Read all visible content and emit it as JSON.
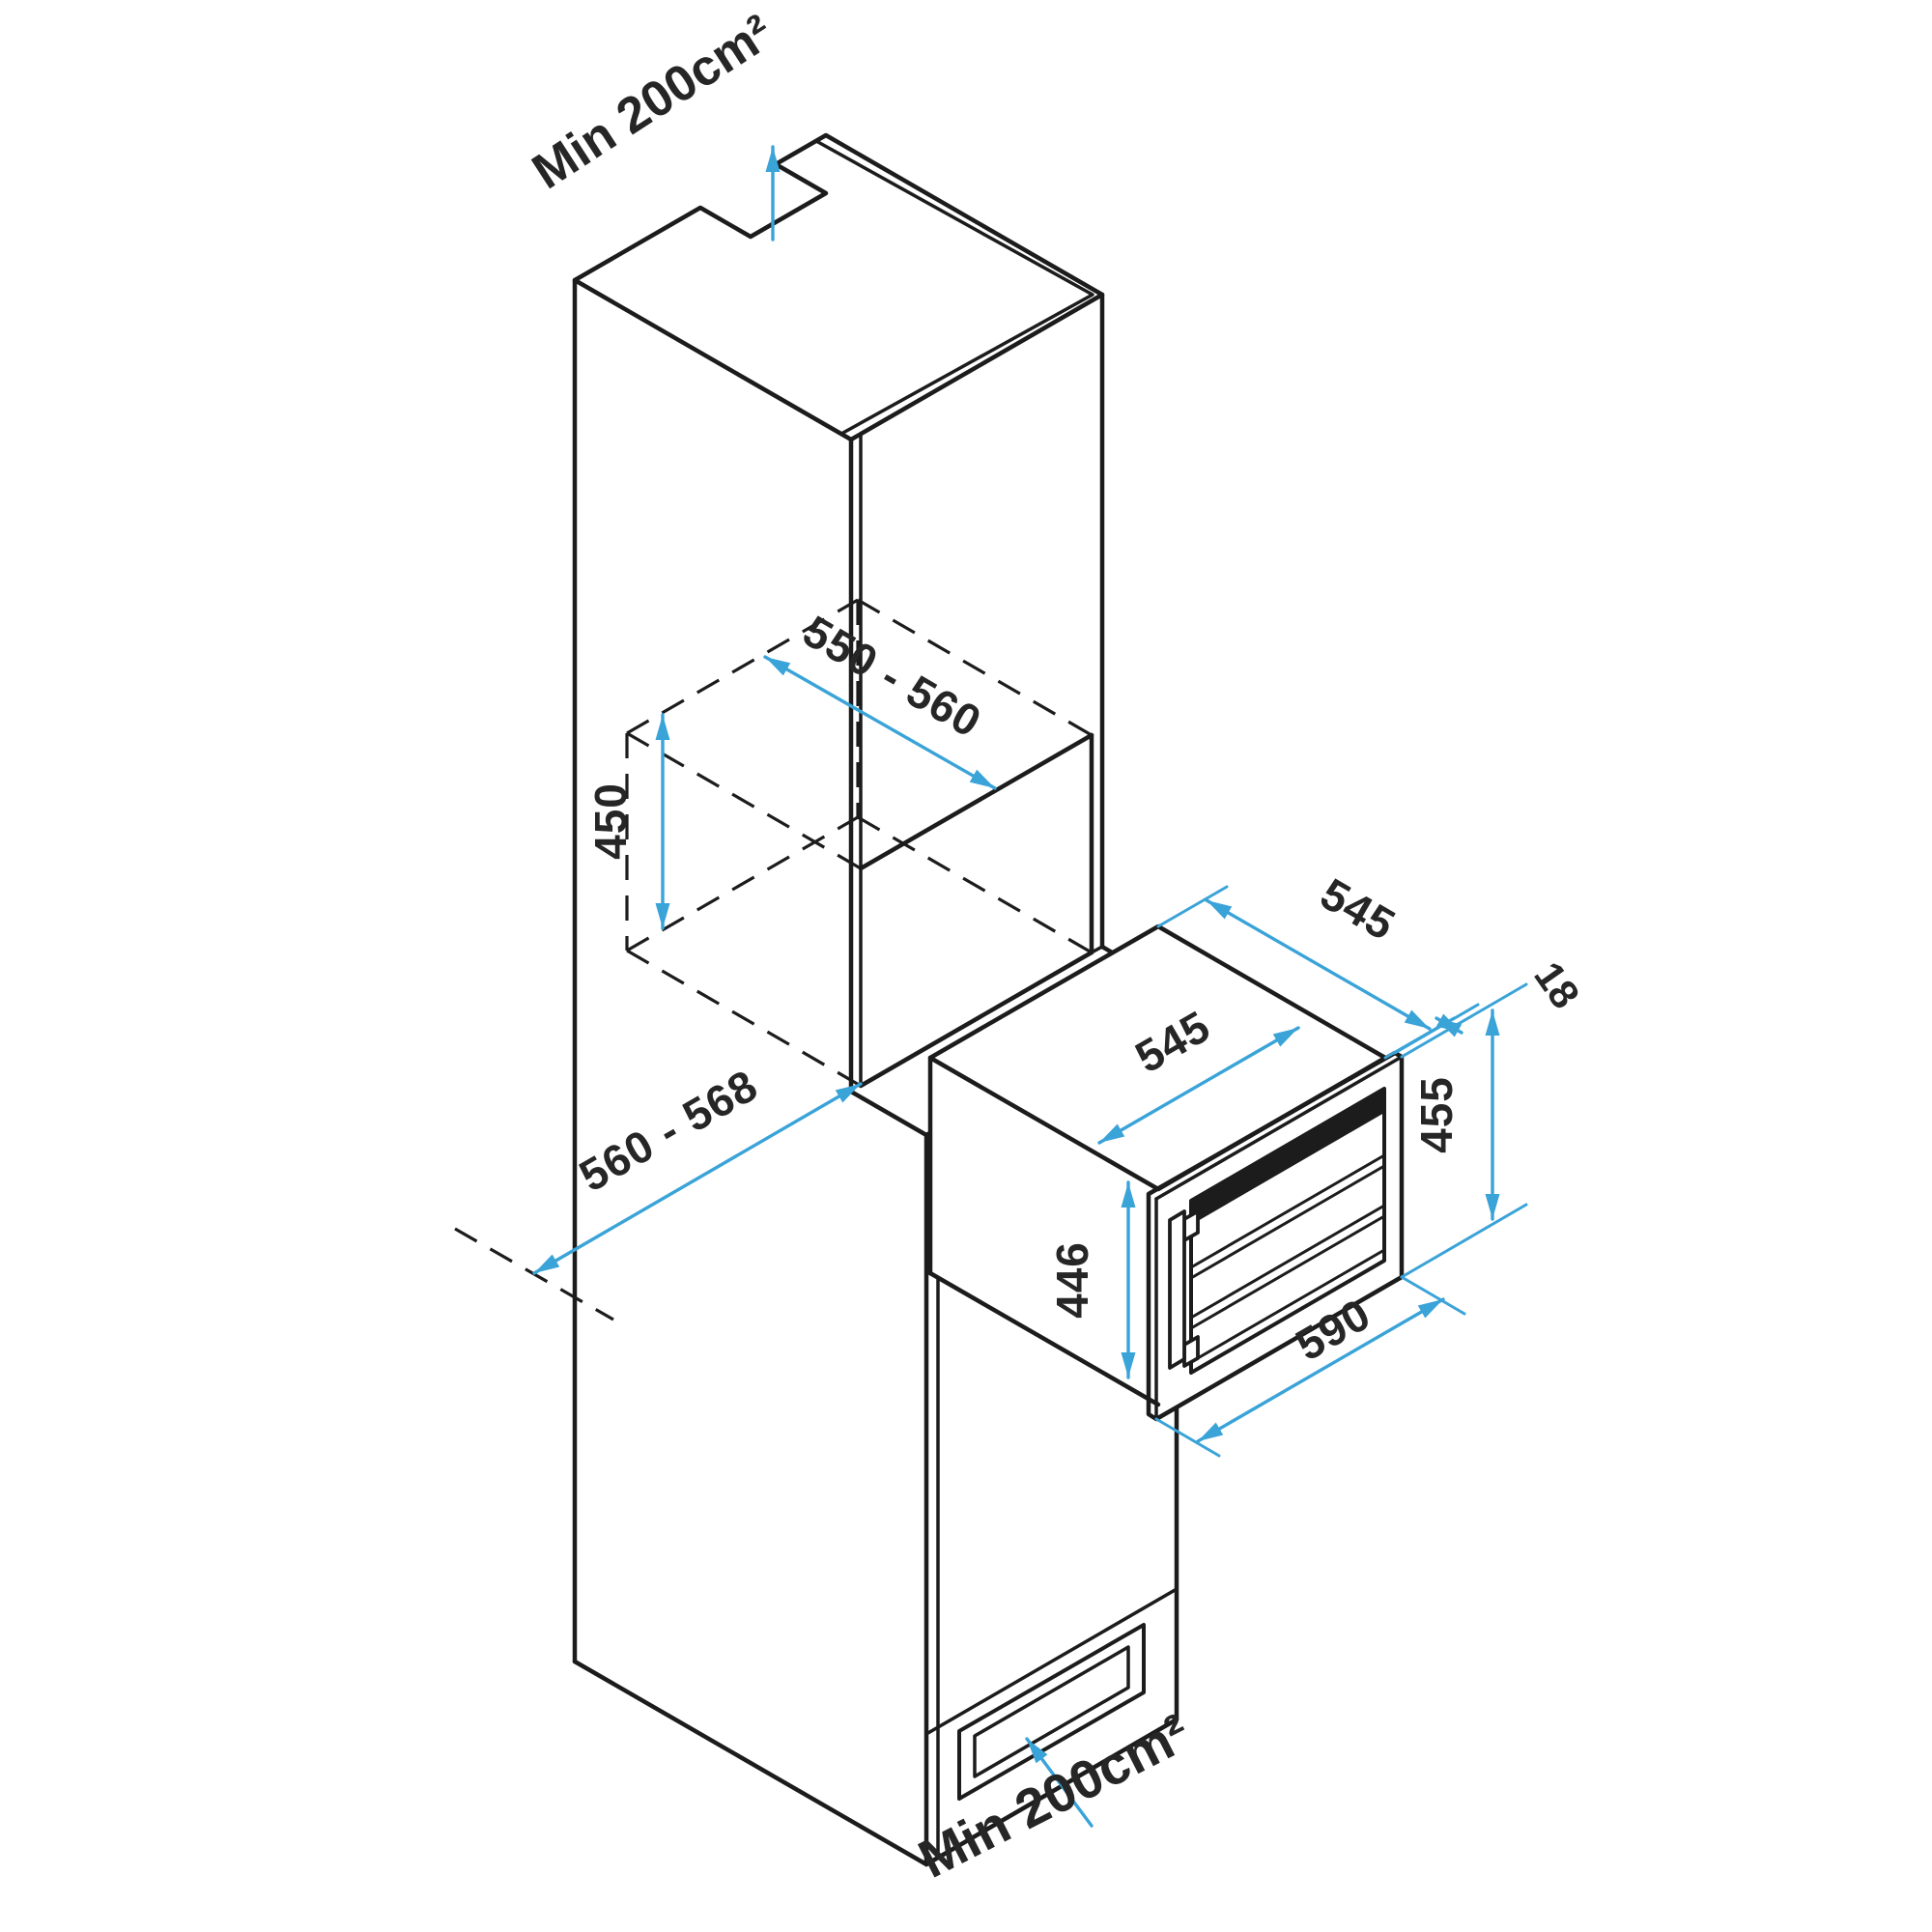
{
  "colors": {
    "line": "#1c1c1c",
    "accent": "#3aa3d8",
    "text": "#262626",
    "background": "#ffffff"
  },
  "diagram": {
    "title": "built-in-appliance-installation-diagram",
    "top_vent_label": "Min 200cm²",
    "bottom_vent_label": "Min 200cm²",
    "niche": {
      "height": "450",
      "depth": "550 - 560",
      "width": "560 - 568"
    },
    "appliance": {
      "top_depth": "545",
      "top_width": "545",
      "body_height": "446",
      "door_thickness": "18",
      "door_height": "455",
      "door_width": "590"
    }
  }
}
